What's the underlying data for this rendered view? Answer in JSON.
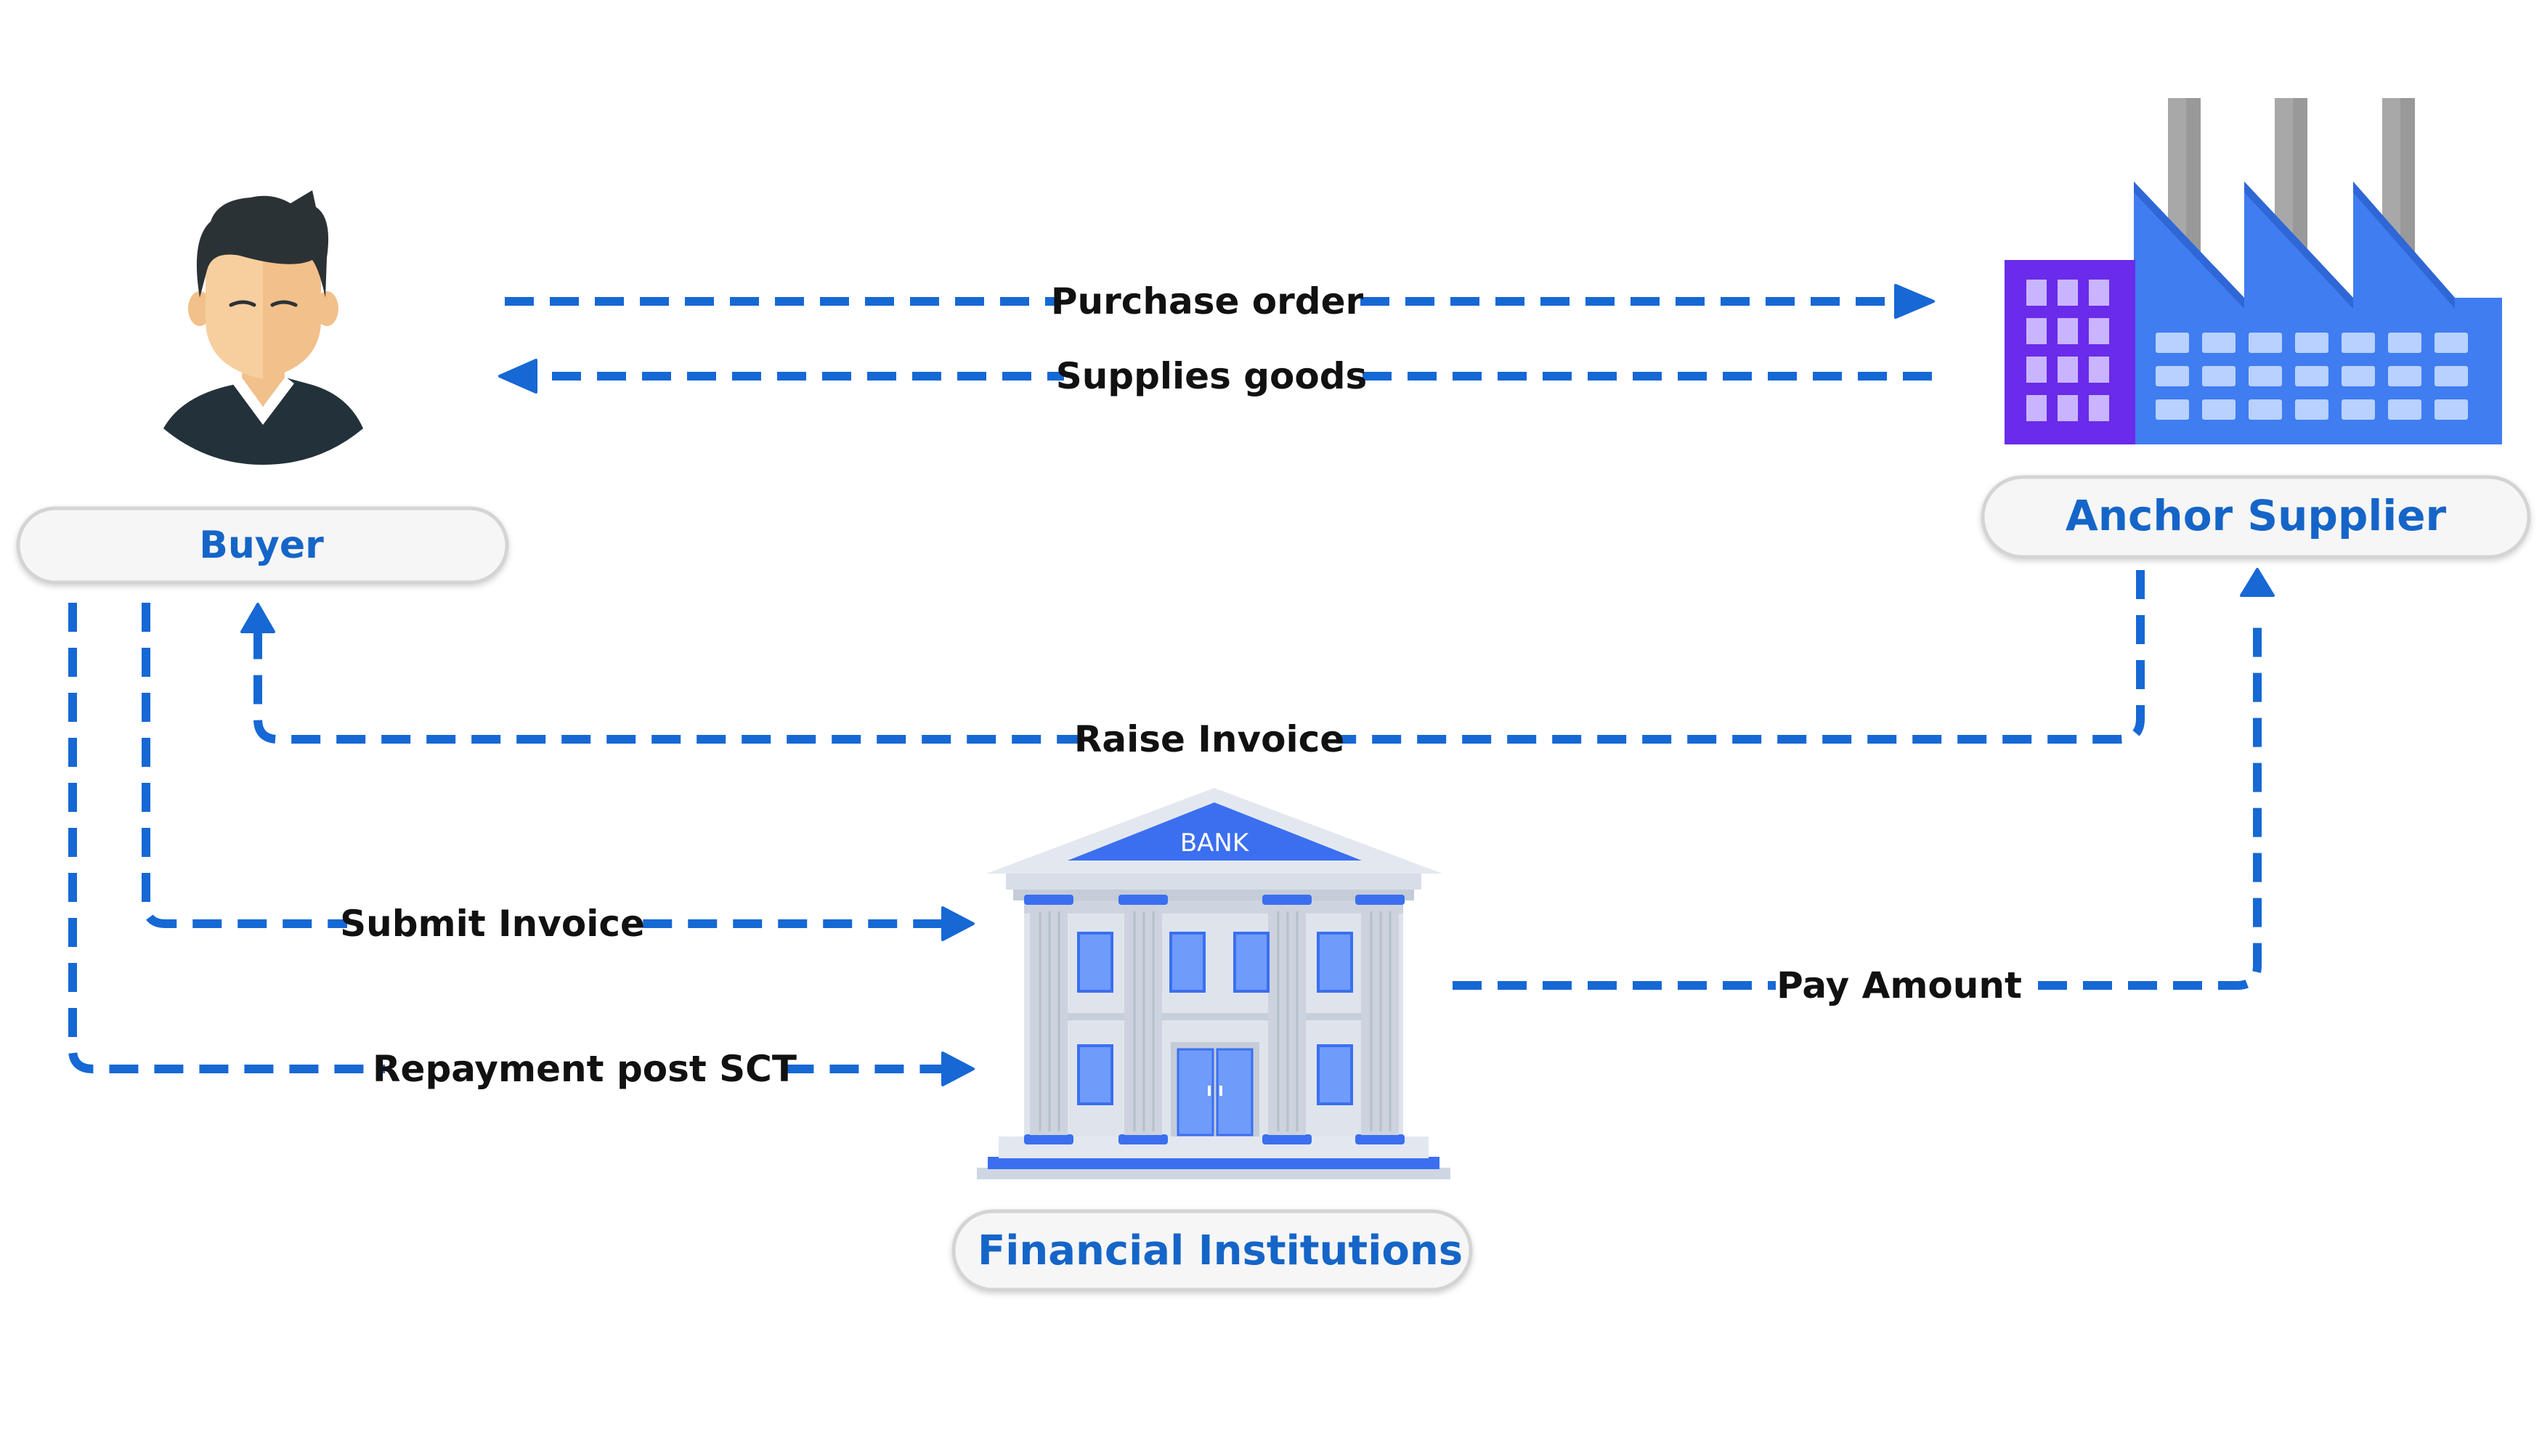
{
  "diagram": {
    "nodes": {
      "buyer": {
        "label": "Buyer",
        "icon": "person-icon"
      },
      "supplier": {
        "label": "Anchor Supplier",
        "icon": "factory-icon"
      },
      "bank": {
        "label": "Financial Institutions",
        "icon": "bank-building-icon",
        "sign": "BANK"
      }
    },
    "flows": {
      "purchase_order": "Purchase order",
      "supplies_goods": "Supplies goods",
      "raise_invoice": "Raise Invoice",
      "submit_invoice": "Submit Invoice",
      "repayment": "Repayment post SCT",
      "pay_amount": "Pay Amount"
    }
  },
  "colors": {
    "arrow": "#1668d4",
    "label_blue": "#1565c8",
    "factory_blue": "#3f7df0",
    "factory_purple": "#6a2bea",
    "chimney_gray": "#a8a8a8",
    "bank_blue": "#3b6ff0"
  }
}
